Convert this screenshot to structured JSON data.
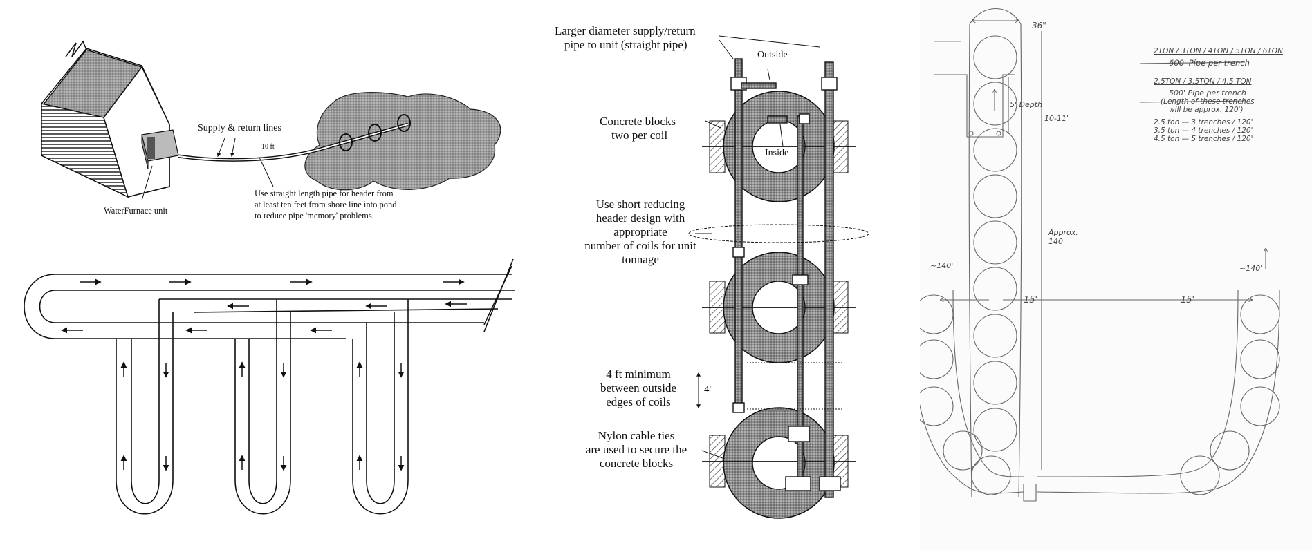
{
  "house_panel": {
    "supply_return": "Supply & return lines",
    "distance_marker": "10 ft",
    "header_note_line1": "Use straight length pipe for header from",
    "header_note_line2": "at least ten feet from shore line into pond",
    "header_note_line3": "to reduce pipe 'memory' problems.",
    "unit_label": "WaterFurnace unit"
  },
  "coil_panel": {
    "larger_pipe_line1": "Larger diameter supply/return",
    "larger_pipe_line2": "pipe to unit (straight pipe)",
    "outside": "Outside",
    "inside": "Inside",
    "blocks_line1": "Concrete blocks",
    "blocks_line2": "two per coil",
    "header_line1": "Use short reducing",
    "header_line2": "header design with",
    "header_line3": "appropriate",
    "header_line4": "number of coils for unit",
    "header_line5": "tonnage",
    "spacing_line1": "4 ft minimum",
    "spacing_line2": "between outside",
    "spacing_line3": "edges of coils",
    "spacing_dim": "4'",
    "ties_line1": "Nylon cable ties",
    "ties_line2": "are used to secure the",
    "ties_line3": "concrete blocks"
  },
  "trench_panel": {
    "width_dim": "36\"",
    "depth": "5' Depth",
    "spacing_dim": "10-11'",
    "length_center": "Approx. 140'",
    "length_left": "~140'",
    "length_right": "~140'",
    "left_span": "15'",
    "right_span": "15'",
    "notes": [
      "2TON / 3TON / 4TON / 5TON / 6TON",
      "600' Pipe per trench",
      "2.5TON / 3.5TON / 4.5 TON",
      "500' Pipe per trench",
      "(Length of these trenches",
      "will be approx. 120')",
      "2.5 ton — 3 trenches / 120'",
      "3.5 ton — 4 trenches / 120'",
      "4.5 ton — 5 trenches / 120'"
    ]
  }
}
